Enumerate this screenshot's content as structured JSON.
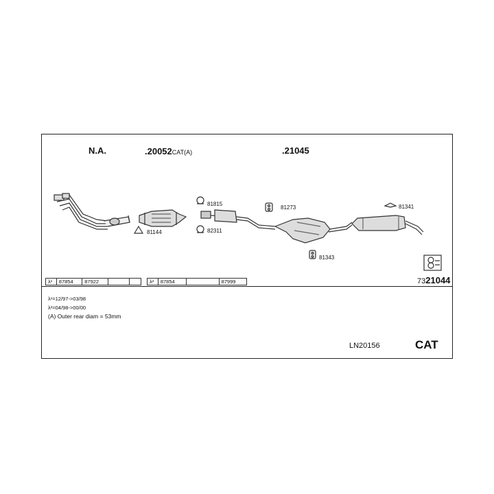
{
  "header": {
    "na_label": "N.A.",
    "part_main_1": ".20052",
    "part_main_1_suffix": "CAT(A)",
    "part_main_2": ".21045"
  },
  "parts": {
    "p81815": "81815",
    "p82311": "82311",
    "p81144": "81144",
    "p81273": "81273",
    "p81343": "81343",
    "p81341": "81341"
  },
  "table_1": {
    "lambda": "λ¹",
    "cells": [
      "87854",
      "87922",
      "",
      ""
    ]
  },
  "table_2": {
    "lambda": "λ²",
    "cells": [
      "87854",
      "",
      "87999"
    ]
  },
  "diagram_id": {
    "prefix": "73",
    "number": "21044"
  },
  "notes": {
    "line1": "λ¹=12/97->03/98",
    "line2": "λ²=04/98->00/00",
    "line3": "(A) Outer rear diam = 53mm"
  },
  "footer": {
    "code": "LN20156",
    "type": "CAT"
  }
}
